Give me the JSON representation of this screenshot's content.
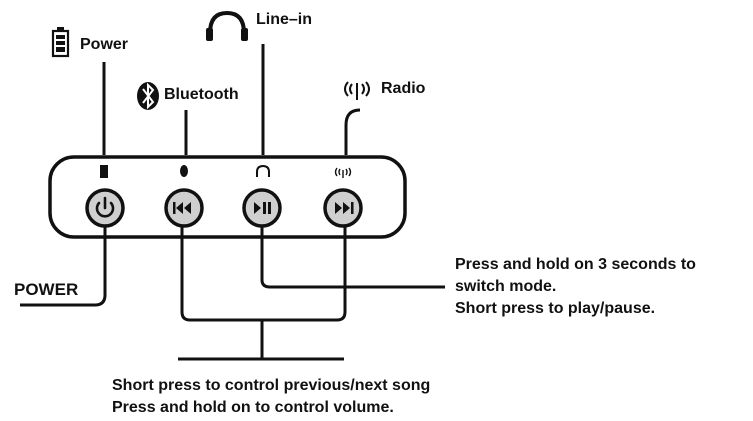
{
  "labels": {
    "power_indicator": "Power",
    "bluetooth_indicator": "Bluetooth",
    "linein_indicator": "Line–in",
    "radio_indicator": "Radio",
    "power_button": "POWER"
  },
  "notes": {
    "play_pause": [
      "Press and hold on 3 seconds to",
      "switch mode.",
      "Short press to play/pause."
    ],
    "prev_next": [
      "Short press to control previous/next song",
      "Press and hold on to control volume."
    ]
  },
  "icons": {
    "buttons": [
      "power-icon",
      "previous-icon",
      "play-pause-icon",
      "next-icon"
    ],
    "indicators": [
      "battery-icon",
      "bluetooth-icon",
      "headphones-icon",
      "radio-antenna-icon"
    ]
  },
  "colors": {
    "ink": "#111111",
    "button_fill": "#cfcfcf",
    "panel_fill": "#ffffff"
  }
}
